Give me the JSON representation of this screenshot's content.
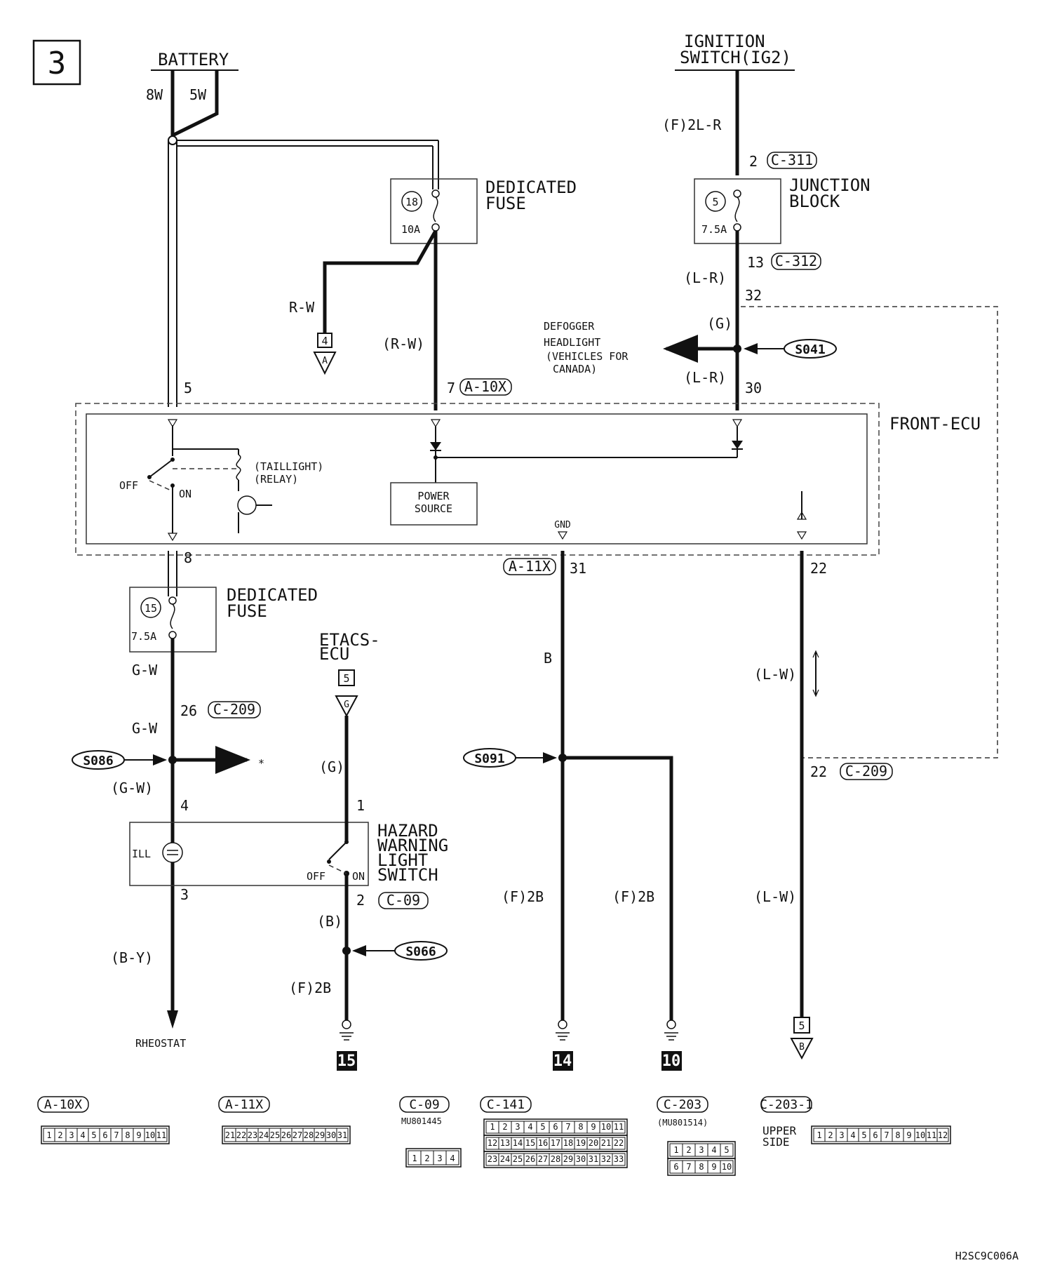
{
  "page_number": "3",
  "footer_code": "H2SC9C006A",
  "sources": {
    "battery": "BATTERY",
    "battery_w1": "8W",
    "battery_w2": "5W",
    "ignition_l1": "IGNITION",
    "ignition_l2": "SWITCH(IG2)"
  },
  "fuses": {
    "f18_num": "18",
    "f18_amp": "10A",
    "f18_l1": "DEDICATED",
    "f18_l2": "FUSE",
    "f5_num": "5",
    "f5_amp": "7.5A",
    "f5_l1": "JUNCTION",
    "f5_l2": "BLOCK",
    "f15_num": "15",
    "f15_amp": "7.5A",
    "f15_l1": "DEDICATED",
    "f15_l2": "FUSE"
  },
  "wires": {
    "ig_wire": "(F)2L-R",
    "ig_pin2": "2",
    "ig_conn": "C-311",
    "jb_pin13": "13",
    "jb_conn": "C-312",
    "lr1": "(L-R)",
    "pin32": "32",
    "g": "(G)",
    "lr2": "(L-R)",
    "pin30": "30",
    "rw": "R-W",
    "rw_paren": "(R-W)",
    "pin7": "7",
    "a10x": "A-10X",
    "pin5": "5",
    "pin8": "8",
    "gw1": "G-W",
    "pin26": "26",
    "c209a": "C-209",
    "gw2": "G-W",
    "gw3": "(G-W)",
    "pin4": "4",
    "pin3": "3",
    "by": "(B-Y)",
    "rheostat": "RHEOSTAT",
    "etacs_l1": "ETACS-",
    "etacs_l2": "ECU",
    "etacs_ref": "5",
    "etacs_tri": "G",
    "g2": "(G)",
    "pin1": "1",
    "pin2": "2",
    "c09": "C-09",
    "b_paren": "(B)",
    "f2b1": "(F)2B",
    "gnd15": "15",
    "a11x": "A-11X",
    "pin31": "31",
    "b": "B",
    "f2b2": "(F)2B",
    "f2b3": "(F)2B",
    "gnd14": "14",
    "gnd10": "10",
    "pin22": "22",
    "lw1": "(L-W)",
    "pin22b": "22",
    "c209b": "C-209",
    "lw2": "(L-W)",
    "out5": "5",
    "out5_tri": "B",
    "ref4": "4",
    "ref4_tri": "A"
  },
  "splices": {
    "s041": "S041",
    "s086": "S086",
    "s091": "S091",
    "s066": "S066"
  },
  "notes": {
    "defogger": "DEFOGGER",
    "headlight": "HEADLIGHT",
    "vehicles_1": "(VEHICLES FOR",
    "vehicles_2": "CANADA)",
    "asterisk": "*"
  },
  "ecu": {
    "title": "FRONT-ECU",
    "off": "OFF",
    "on": "ON",
    "relay_l1": "(TAILLIGHT)",
    "relay_l2": "(RELAY)",
    "power_l1": "POWER",
    "power_l2": "SOURCE",
    "gnd": "GND"
  },
  "hazard": {
    "l1": "HAZARD",
    "l2": "WARNING",
    "l3": "LIGHT",
    "l4": "SWITCH",
    "ill": "ILL",
    "off": "OFF",
    "on": "ON"
  },
  "connectors": {
    "a10x_name": "A-10X",
    "a10x_pins": [
      "1",
      "2",
      "3",
      "4",
      "5",
      "6",
      "7",
      "8",
      "9",
      "10",
      "11"
    ],
    "a11x_name": "A-11X",
    "a11x_pins": [
      "21",
      "22",
      "23",
      "24",
      "25",
      "26",
      "27",
      "28",
      "29",
      "30",
      "31"
    ],
    "c09_name": "C-09",
    "c09_part": "MU801445",
    "c09_pins": [
      "1",
      "2",
      "3",
      "4"
    ],
    "c141_name": "C-141",
    "c141_pins": [
      "1",
      "2",
      "3",
      "4",
      "5",
      "6",
      "7",
      "8",
      "9",
      "10",
      "11",
      "12",
      "13",
      "14",
      "15",
      "16",
      "17",
      "18",
      "19",
      "20",
      "21",
      "22",
      "23",
      "24",
      "25",
      "26",
      "27",
      "28",
      "29",
      "30",
      "31",
      "32",
      "33"
    ],
    "c203_name": "C-203",
    "c203_part": "(MU801514)",
    "c203_pins": [
      "1",
      "2",
      "3",
      "4",
      "5",
      "6",
      "7",
      "8",
      "9",
      "10"
    ],
    "c2031_name": "C-203-1",
    "c2031_side_1": "UPPER",
    "c2031_side_2": "SIDE",
    "c2031_pins": [
      "1",
      "2",
      "3",
      "4",
      "5",
      "6",
      "7",
      "8",
      "9",
      "10",
      "11",
      "12"
    ]
  }
}
